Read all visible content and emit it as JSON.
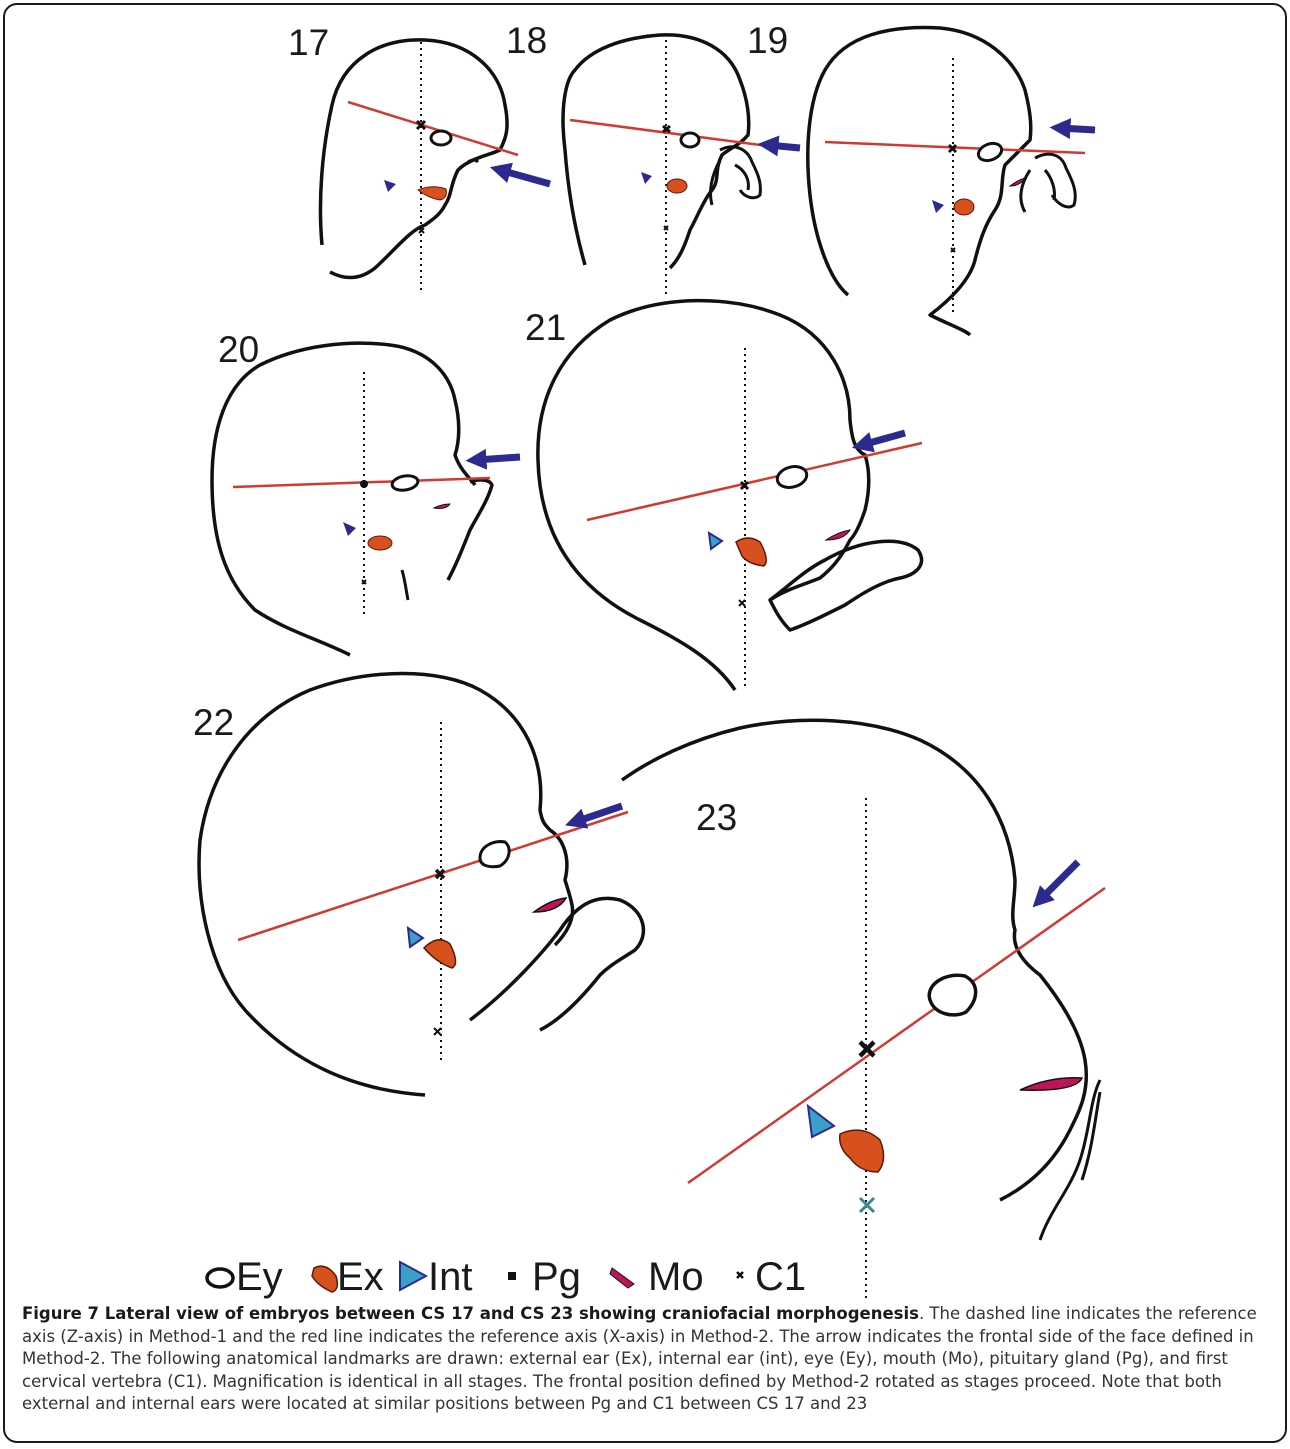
{
  "figure": {
    "stages": [
      "17",
      "18",
      "19",
      "20",
      "21",
      "22",
      "23"
    ],
    "legend": [
      {
        "symbol": "eye",
        "label": "Ey"
      },
      {
        "symbol": "external-ear",
        "label": "Ex"
      },
      {
        "symbol": "internal-ear",
        "label": "Int"
      },
      {
        "symbol": "pituitary",
        "label": "Pg"
      },
      {
        "symbol": "mouth",
        "label": "Mo"
      },
      {
        "symbol": "vertebra",
        "label": "C1"
      }
    ],
    "colors": {
      "outline": "#111111",
      "z_axis": "#111111",
      "x_axis": "#d03a32",
      "arrow": "#2c2a8f",
      "external_ear": "#d9501f",
      "internal_ear": "#3aa0c8",
      "mouth": "#c0145a"
    }
  },
  "caption": {
    "title": "Figure 7 Lateral view of embryos between CS 17 and CS 23 showing craniofacial morphogenesis",
    "text": ". The dashed line indicates the reference axis (Z-axis) in Method-1 and the red line indicates the reference axis (X-axis) in Method-2. The arrow indicates the frontal side of the face defined in Method-2. The following anatomical landmarks are drawn: external ear (Ex), internal ear (int), eye (Ey), mouth (Mo), pituitary gland (Pg), and first cervical vertebra (C1). Magnification is identical in all stages. The frontal position defined by Method-2 rotated as stages proceed. Note that both external and internal ears were located at similar positions between Pg and C1 between CS 17 and 23"
  }
}
